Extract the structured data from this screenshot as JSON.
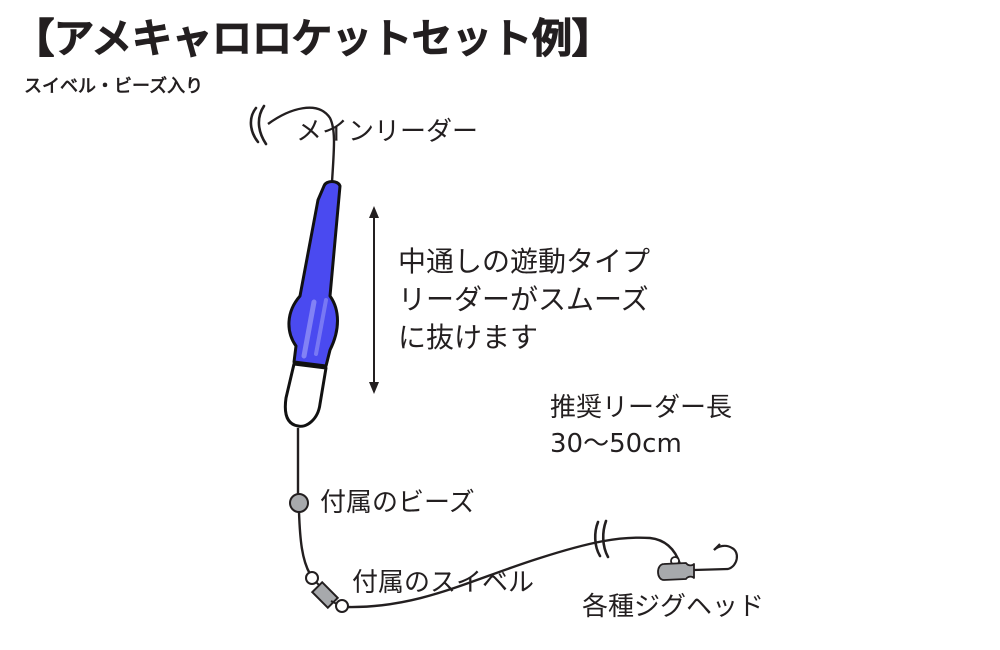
{
  "header": {
    "title": "【アメキャロロケットセット例】",
    "subtitle": "スイベル・ビーズ入り"
  },
  "labels": {
    "main_leader": "メインリーダー",
    "description_lines": [
      "中通しの遊動タイプ",
      "リーダーがスムーズ",
      "に抜けます"
    ],
    "recommended_title": "推奨リーダー長",
    "recommended_value": "30〜50cm",
    "bead": "付属のビーズ",
    "swivel": "付属のスイベル",
    "jighead": "各種ジグヘッド"
  },
  "colors": {
    "float_blue": "#4a4af0",
    "float_highlight": "#8c8cf7",
    "float_tip": "#ffffff",
    "bead_gray": "#a7a9ac",
    "line": "#231f20"
  },
  "icons": [
    "line-break-icon",
    "rocket-float-icon",
    "double-arrow-icon",
    "bead-icon",
    "swivel-icon",
    "jighead-icon"
  ]
}
